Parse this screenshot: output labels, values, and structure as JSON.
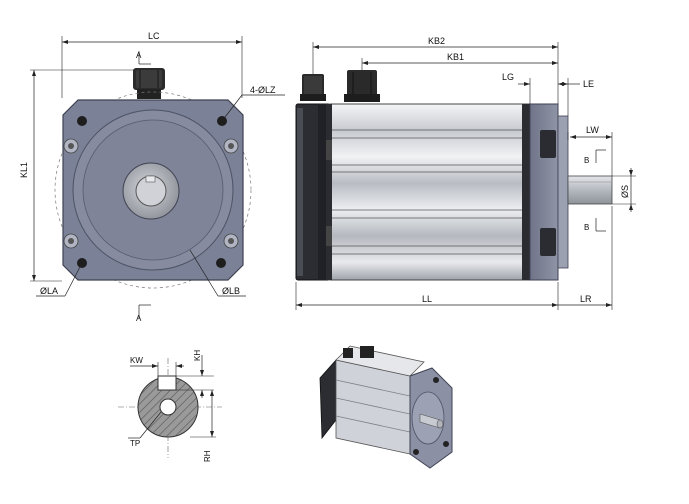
{
  "colors": {
    "flange": "#7b8196",
    "flange_dark": "#4d5265",
    "flange_light": "#a8adbd",
    "body_silver": "#d9dbe0",
    "body_dark": "#2b2d33",
    "connector": "#2a2a2a",
    "shaft": "#c9ccd2",
    "section_fill": "#8f8f8f"
  },
  "labels": {
    "lc": "LC",
    "kl1": "KL1",
    "lz": "4-ØLZ",
    "la": "ØLA",
    "lb": "ØLB",
    "a_top": "A",
    "a_bottom": "A",
    "kb2": "KB2",
    "kb1": "KB1",
    "lg": "LG",
    "le": "LE",
    "lw": "LW",
    "b_top": "B",
    "b_bottom": "B",
    "s": "ØS",
    "ll": "LL",
    "lr": "LR",
    "kw": "KW",
    "kh": "KH",
    "tp": "TP",
    "rh": "RH"
  }
}
